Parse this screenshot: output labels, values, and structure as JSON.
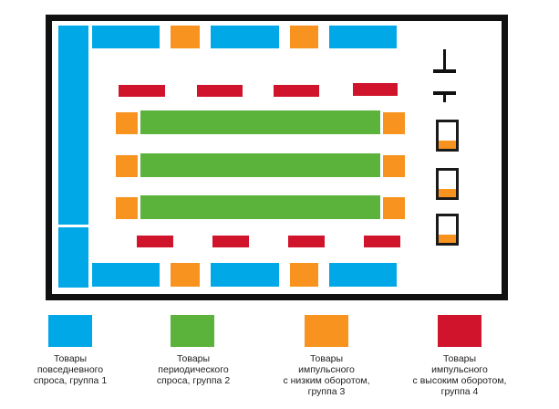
{
  "colors": {
    "group1": "#00a8e8",
    "group2": "#5bb33c",
    "group3": "#f7931e",
    "group4": "#d0142c",
    "frame": "#111111"
  },
  "legend": [
    {
      "lines": [
        "Товары",
        "повседневного",
        "спроса, группа 1"
      ],
      "color": "#00a8e8"
    },
    {
      "lines": [
        "Товары",
        "периодического",
        "спроса, группа 2"
      ],
      "color": "#5bb33c"
    },
    {
      "lines": [
        "Товары",
        "импульсного",
        "с низким оборотом,",
        "группа 3"
      ],
      "color": "#f7931e"
    },
    {
      "lines": [
        "Товары",
        "импульсного",
        "с высоким оборотом,",
        "группа 4"
      ],
      "color": "#d0142c"
    }
  ]
}
